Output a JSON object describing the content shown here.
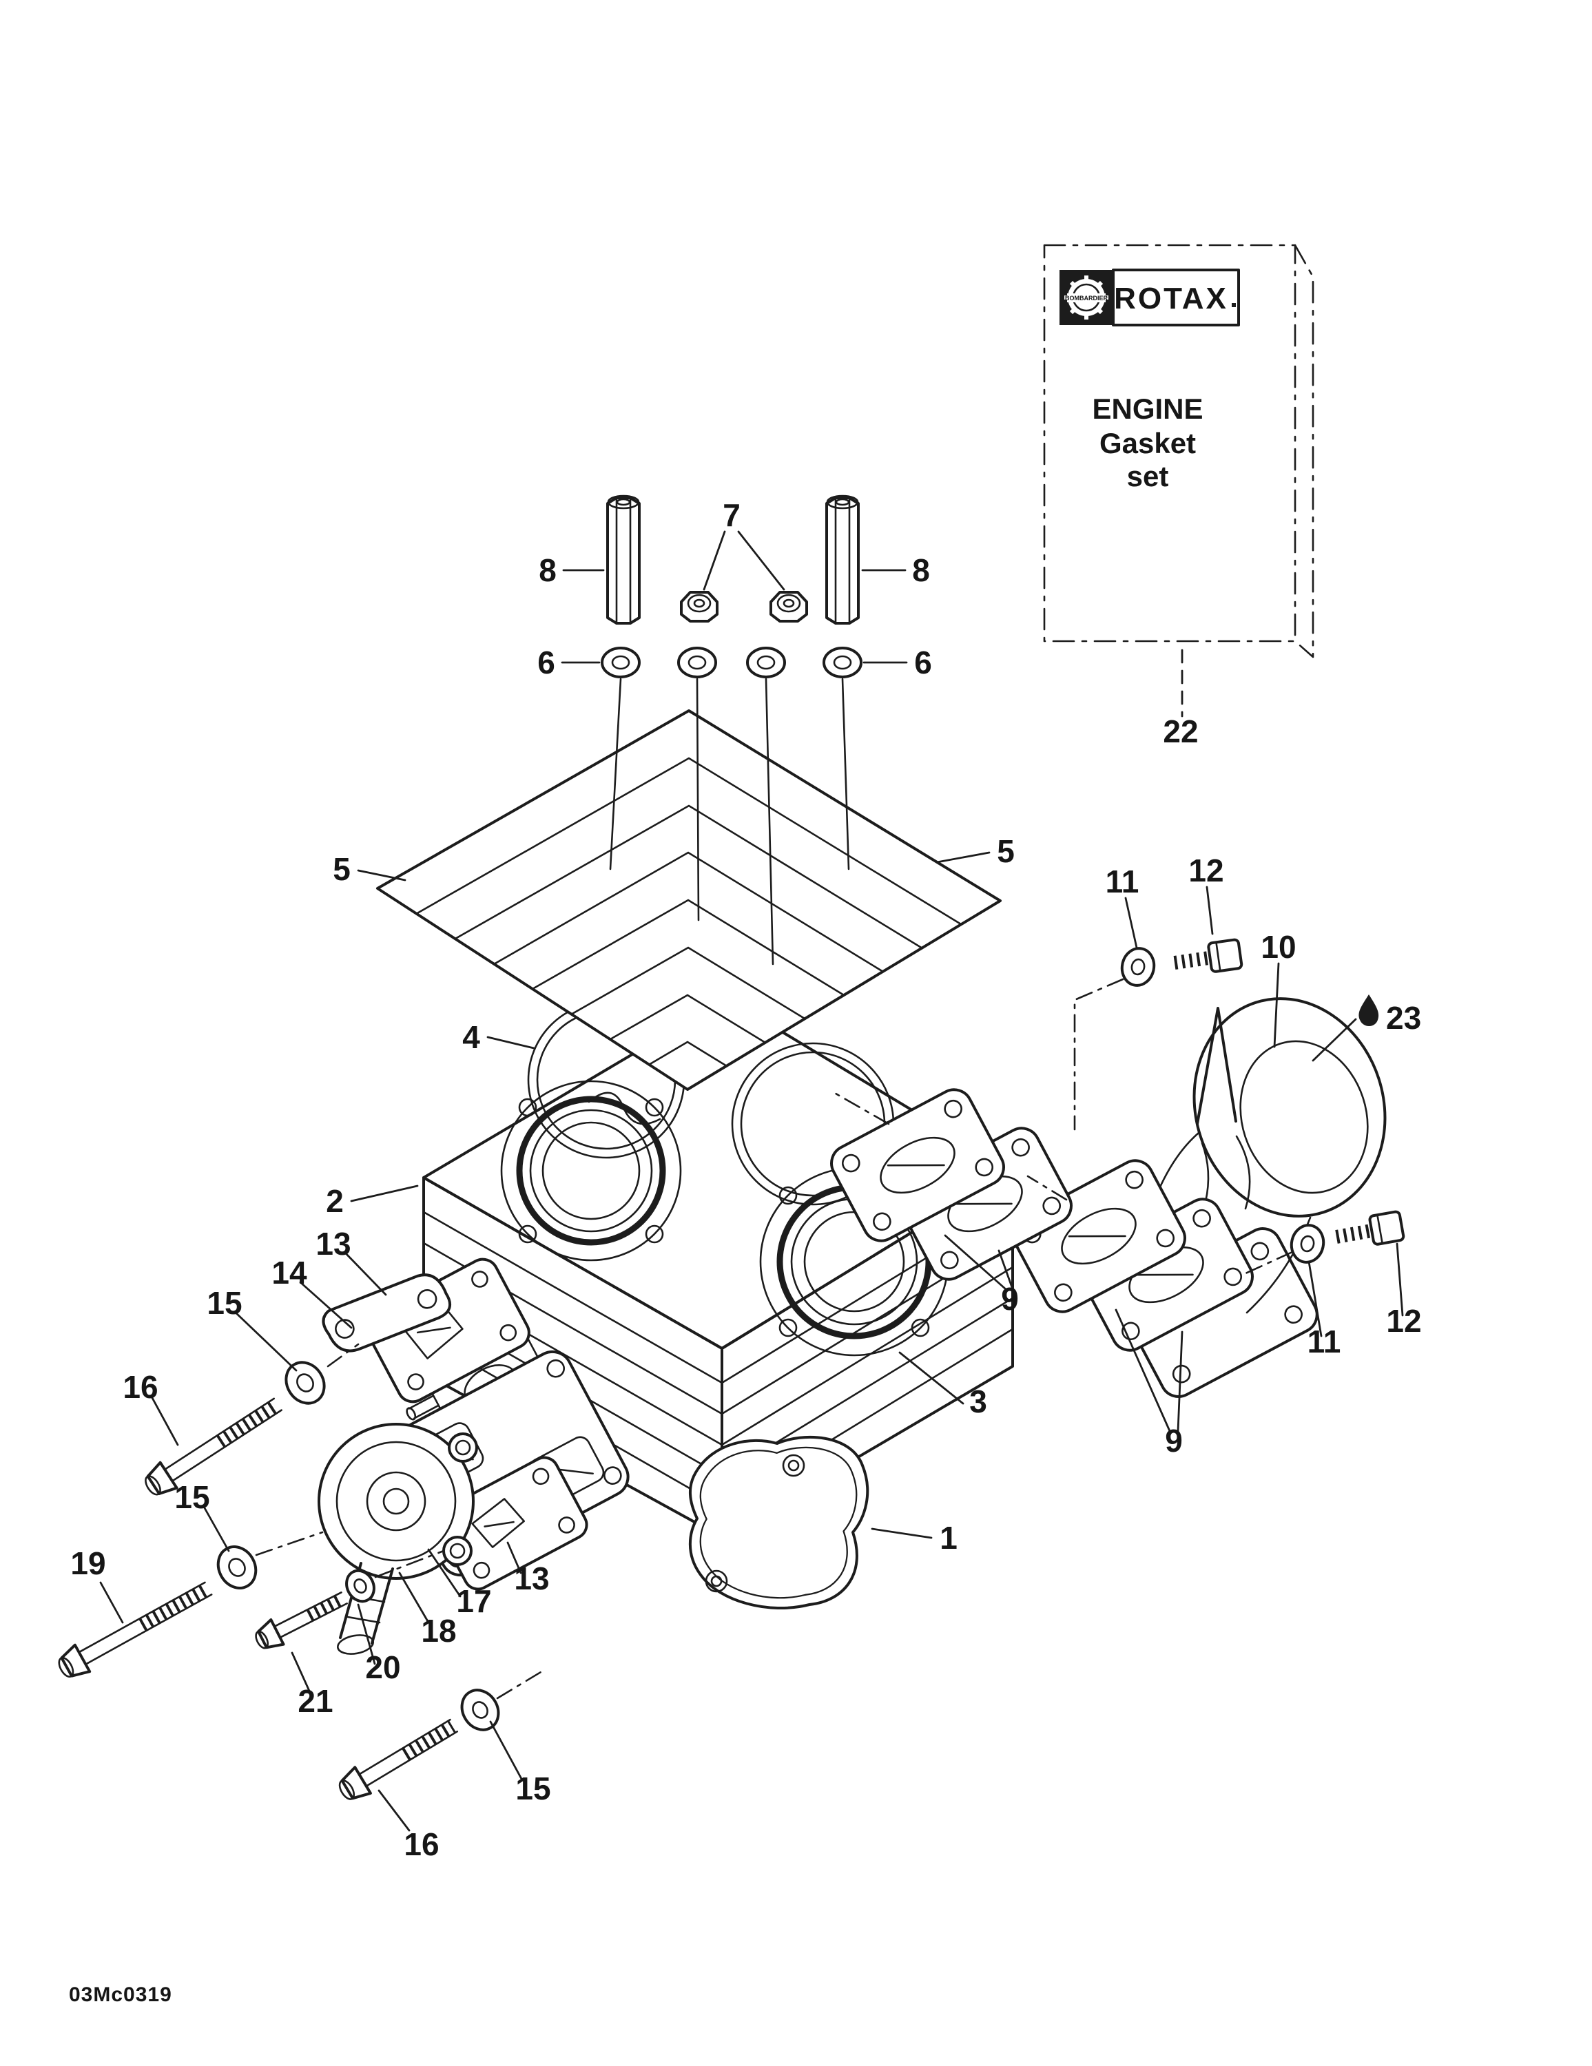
{
  "page": {
    "background": "#ffffff",
    "ink_color": "#1c1c1c"
  },
  "drawing_code": "03Mc0319",
  "gasket_kit": {
    "brand": "ROTAX",
    "logo_caption": "BOMBARDIER",
    "title_line1": "ENGINE",
    "title_line2": "Gasket",
    "title_line3": "set"
  },
  "icons": {
    "lubricant_drop": "teardrop"
  },
  "callouts": {
    "c1": "1",
    "c2": "2",
    "c3": "3",
    "c4": "4",
    "c5a": "5",
    "c5b": "5",
    "c6a": "6",
    "c6b": "6",
    "c7": "7",
    "c8a": "8",
    "c8b": "8",
    "c9a": "9",
    "c9b": "9",
    "c10": "10",
    "c11a": "11",
    "c11b": "11",
    "c12a": "12",
    "c12b": "12",
    "c13a": "13",
    "c13b": "13",
    "c14": "14",
    "c15a": "15",
    "c15b": "15",
    "c15c": "15",
    "c16a": "16",
    "c16b": "16",
    "c17": "17",
    "c18": "18",
    "c19": "19",
    "c20": "20",
    "c21": "21",
    "c22": "22",
    "c23": "23"
  }
}
